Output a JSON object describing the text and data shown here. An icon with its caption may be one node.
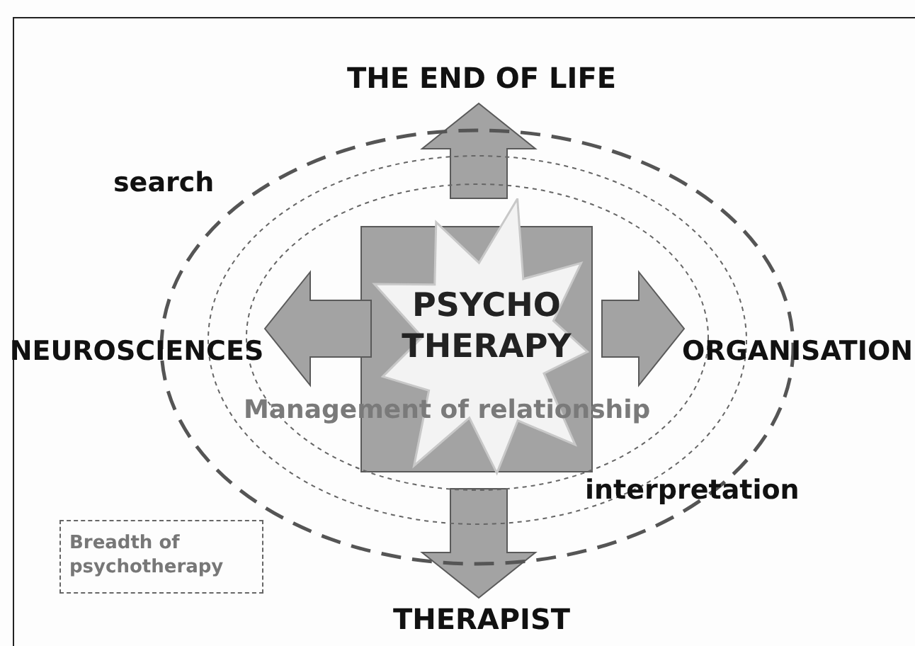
{
  "diagram": {
    "nodes": [
      {
        "text": [
          "PSYCHO THERAPY"
        ]
      },
      {
        "text": [
          "THE END OF LIFE"
        ]
      },
      {
        "text": [
          "NEUROSCIENCES"
        ]
      },
      {
        "text": [
          "ORGANISATION"
        ]
      },
      {
        "text": [
          "THERAPIST"
        ]
      },
      {
        "text": [
          "Breadth of psychotherapy"
        ]
      }
    ],
    "edges": [
      {
        "from": 0,
        "to": 1,
        "arrow": "to"
      },
      {
        "from": 0,
        "to": 2,
        "arrow": "to"
      },
      {
        "from": 0,
        "to": 3,
        "arrow": "to"
      },
      {
        "from": 0,
        "to": 4,
        "arrow": "to"
      }
    ],
    "labels": [
      "search",
      "Management of relationship",
      "interpretation"
    ]
  }
}
